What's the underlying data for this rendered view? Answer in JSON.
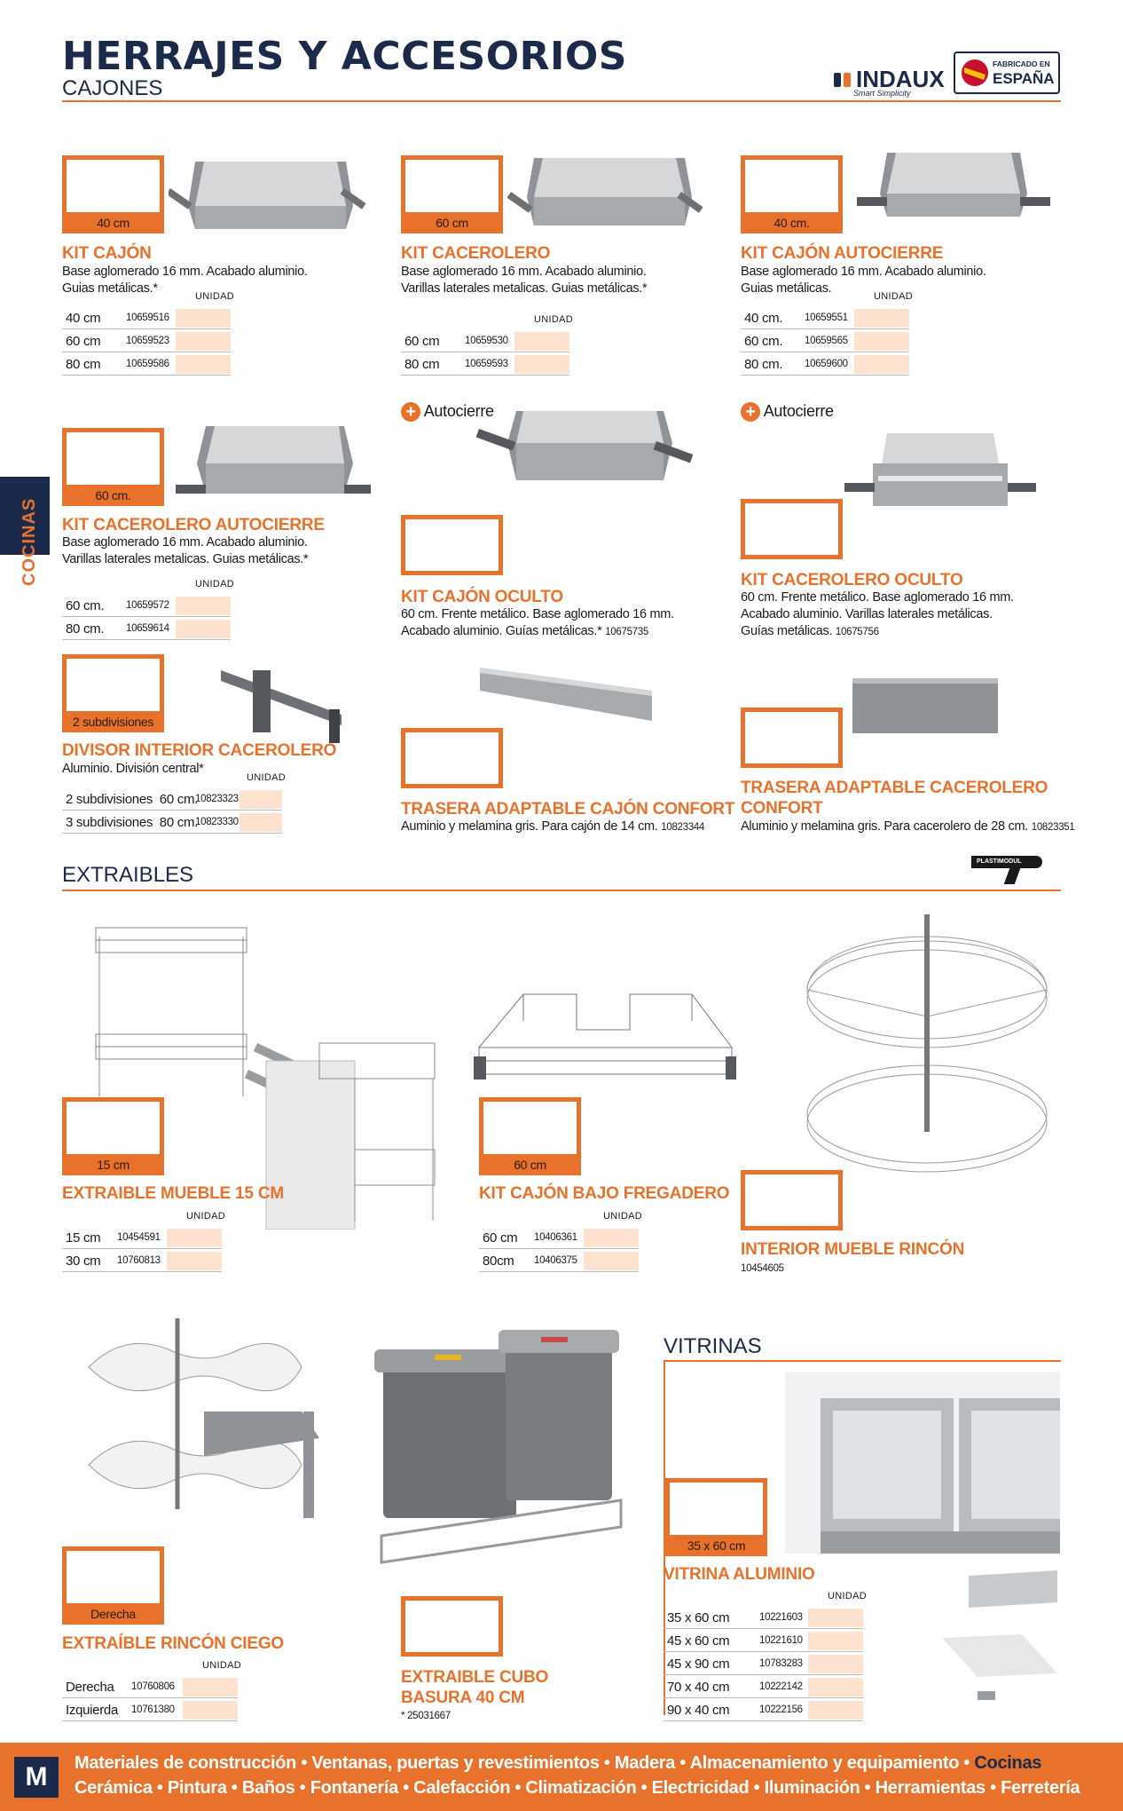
{
  "header": {
    "title": "HERRAJES Y ACCESORIOS",
    "subtitle": "CAJONES"
  },
  "brand": {
    "name": "INDAUX",
    "tagline": "Smart Simplicity",
    "badge_top": "FABRICADO EN",
    "badge_bottom": "ESPAÑA",
    "plastimodul": "PLASTIMODUL"
  },
  "side_tab": "COCINAS",
  "unit_header": "UNIDAD",
  "autocierre": "Autocierre",
  "products": {
    "kit_cajon": {
      "price_label": "40 cm",
      "title": "KIT CAJÓN",
      "desc": [
        "Base aglomerado 16 mm. Acabado aluminio.",
        "Guias metálicas.*"
      ],
      "rows": [
        [
          "40 cm",
          "10659516"
        ],
        [
          "60 cm",
          "10659523"
        ],
        [
          "80 cm",
          "10659586"
        ]
      ]
    },
    "kit_cacerolero": {
      "price_label": "60 cm",
      "title": "KIT CACEROLERO",
      "desc": [
        "Base aglomerado 16 mm. Acabado aluminio.",
        "Varillas laterales metalicas. Guias metálicas.*"
      ],
      "rows": [
        [
          "60 cm",
          "10659530"
        ],
        [
          "80 cm",
          "10659593"
        ]
      ]
    },
    "kit_cajon_autocierre": {
      "price_label": "40 cm.",
      "title": "KIT CAJÓN AUTOCIERRE",
      "desc": [
        "Base aglomerado 16 mm. Acabado aluminio.",
        "Guias metálicas."
      ],
      "rows": [
        [
          "40 cm.",
          "10659551"
        ],
        [
          "60 cm.",
          "10659565"
        ],
        [
          "80 cm.",
          "10659600"
        ]
      ]
    },
    "kit_cacerolero_autocierre": {
      "price_label": "60 cm.",
      "title": "KIT CACEROLERO AUTOCIERRE",
      "desc": [
        "Base aglomerado 16 mm. Acabado aluminio.",
        "Varillas laterales metalicas. Guias metálicas.*"
      ],
      "rows": [
        [
          "60 cm.",
          "10659572"
        ],
        [
          "80 cm.",
          "10659614"
        ]
      ]
    },
    "kit_cajon_oculto": {
      "title": "KIT CAJÓN OCULTO",
      "desc": [
        "60 cm. Frente metálico. Base aglomerado 16 mm.",
        "Acabado aluminio. Guías metálicas.*"
      ],
      "code": "10675735"
    },
    "kit_cacerolero_oculto": {
      "title": "KIT CACEROLERO OCULTO",
      "desc": [
        "60 cm. Frente metálico. Base aglomerado 16 mm.",
        "Acabado aluminio. Varillas laterales metálicas.",
        "Guías metálicas."
      ],
      "code": "10675756"
    },
    "divisor": {
      "price_label": "2 subdivisiones",
      "title": "DIVISOR INTERIOR CACEROLERO",
      "desc": [
        "Aluminio. División central*"
      ],
      "rows": [
        [
          "2 subdivisiones  60 cm.",
          "10823323"
        ],
        [
          "3 subdivisiones  80 cm.",
          "10823330"
        ]
      ]
    },
    "trasera_cajon": {
      "title": "TRASERA ADAPTABLE CAJÓN CONFORT",
      "desc": [
        "Auminio y melamina gris. Para cajón de 14 cm."
      ],
      "code": "10823344"
    },
    "trasera_cacerolero": {
      "title_1": "TRASERA ADAPTABLE CACEROLERO",
      "title_2": "CONFORT",
      "desc": [
        "Aluminio y melamina gris. Para cacerolero de 28 cm."
      ],
      "code": "10823351"
    },
    "extraible_15": {
      "price_label": "15 cm",
      "title": "EXTRAIBLE MUEBLE 15 CM",
      "rows": [
        [
          "15 cm",
          "10454591"
        ],
        [
          "30 cm",
          "10760813"
        ]
      ]
    },
    "bajo_fregadero": {
      "price_label": "60 cm",
      "title": "KIT CAJÓN BAJO FREGADERO",
      "rows": [
        [
          "60 cm",
          "10406361"
        ],
        [
          "80cm",
          "10406375"
        ]
      ]
    },
    "interior_rincon": {
      "title": "INTERIOR MUEBLE RINCÓN",
      "code": "10454605"
    },
    "rincon_ciego": {
      "price_label": "Derecha",
      "title": "EXTRAÍBLE RINCÓN CIEGO",
      "rows": [
        [
          "Derecha",
          "10760806"
        ],
        [
          "Izquierda",
          "10761380"
        ]
      ]
    },
    "cubo_basura": {
      "title_1": "EXTRAIBLE CUBO",
      "title_2": "BASURA 40 CM",
      "code": "* 25031667"
    },
    "vitrina": {
      "price_label": "35 x 60 cm",
      "title": "VITRINA ALUMINIO",
      "rows": [
        [
          "35 x 60 cm",
          "10221603"
        ],
        [
          "45 x 60 cm",
          "10221610"
        ],
        [
          "45 x 90 cm",
          "10783283"
        ],
        [
          "70 x 40 cm",
          "10222142"
        ],
        [
          "90 x 40 cm",
          "10222156"
        ]
      ]
    }
  },
  "sections": {
    "extraibles": "EXTRAIBLES",
    "vitrinas": "VITRINAS"
  },
  "footer": {
    "line1": "Materiales de construcción • Ventanas, puertas y revestimientos • Madera • Almacenamiento y equipamiento •",
    "line1_bold": "Cocinas",
    "line2": "Cerámica • Pintura • Baños • Fontanería • Calefacción • Climatización • Electricidad • Iluminación • Herramientas • Ferretería"
  },
  "colors": {
    "accent": "#e8712b",
    "navy": "#1b2a4a",
    "price_fill": "#fde2cf"
  }
}
